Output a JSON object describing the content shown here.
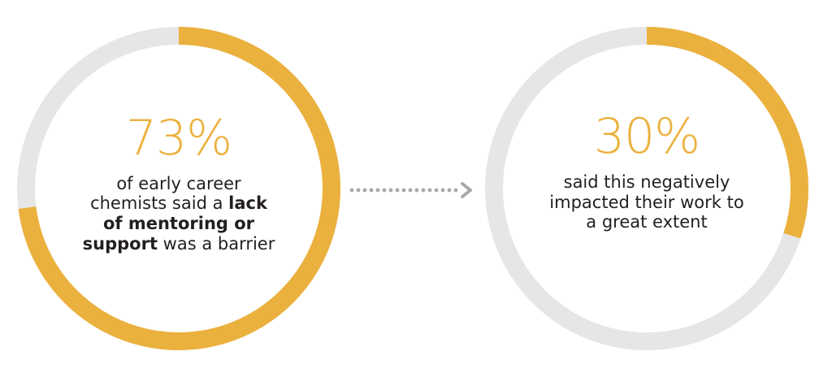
{
  "colors": {
    "accent": "#ebb13e",
    "track": "#e6e6e6",
    "text": "#231f20",
    "connector": "#a7a9ac"
  },
  "chart_data": [
    {
      "type": "pie",
      "value": 73,
      "unit": "%",
      "label": "73%",
      "caption": {
        "pre": "of early career chemists said a ",
        "bold": "lack of mentoring or support",
        "post": " was a barrier"
      }
    },
    {
      "type": "pie",
      "value": 30,
      "unit": "%",
      "label": "30%",
      "caption": {
        "pre": "said this negatively impacted their work to a great extent",
        "bold": "",
        "post": ""
      }
    }
  ]
}
